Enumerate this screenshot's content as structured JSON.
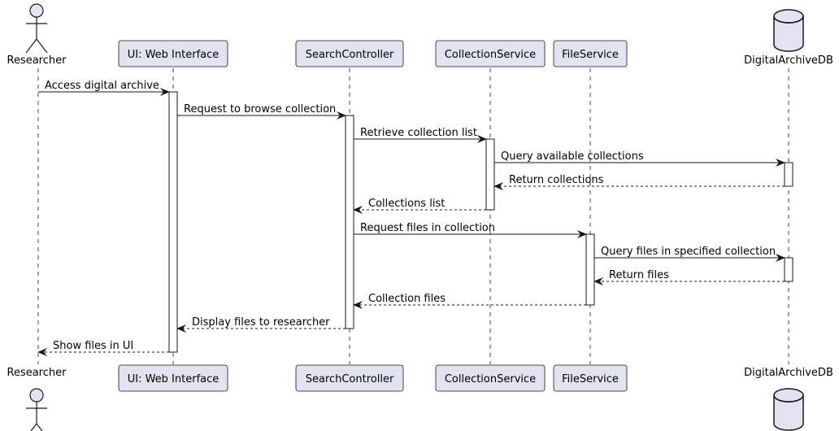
{
  "colors": {
    "participant_fill": "#E2E2F0",
    "participant_stroke": "#181818",
    "lifeline": "#181818",
    "activation_fill": "#FFFFFF",
    "arrow": "#181818",
    "text": "#000000"
  },
  "participants": [
    {
      "id": "researcher",
      "label": "Researcher",
      "kind": "actor"
    },
    {
      "id": "ui",
      "label": "UI: Web Interface",
      "kind": "box"
    },
    {
      "id": "search",
      "label": "SearchController",
      "kind": "box"
    },
    {
      "id": "collection",
      "label": "CollectionService",
      "kind": "box"
    },
    {
      "id": "file",
      "label": "FileService",
      "kind": "box"
    },
    {
      "id": "db",
      "label": "DigitalArchiveDB",
      "kind": "database"
    }
  ],
  "messages": [
    {
      "from": "researcher",
      "to": "ui",
      "label": "Access digital archive",
      "style": "solid"
    },
    {
      "from": "ui",
      "to": "search",
      "label": "Request to browse collection",
      "style": "solid"
    },
    {
      "from": "search",
      "to": "collection",
      "label": "Retrieve collection list",
      "style": "solid"
    },
    {
      "from": "collection",
      "to": "db",
      "label": "Query available collections",
      "style": "solid"
    },
    {
      "from": "db",
      "to": "collection",
      "label": "Return collections",
      "style": "dashed"
    },
    {
      "from": "collection",
      "to": "search",
      "label": "Collections list",
      "style": "dashed"
    },
    {
      "from": "search",
      "to": "file",
      "label": "Request files in collection",
      "style": "solid"
    },
    {
      "from": "file",
      "to": "db",
      "label": "Query files in specified collection",
      "style": "solid"
    },
    {
      "from": "db",
      "to": "file",
      "label": "Return files",
      "style": "dashed"
    },
    {
      "from": "file",
      "to": "search",
      "label": "Collection files",
      "style": "dashed"
    },
    {
      "from": "search",
      "to": "ui",
      "label": "Display files to researcher",
      "style": "dashed"
    },
    {
      "from": "ui",
      "to": "researcher",
      "label": "Show files in UI",
      "style": "dashed"
    }
  ]
}
